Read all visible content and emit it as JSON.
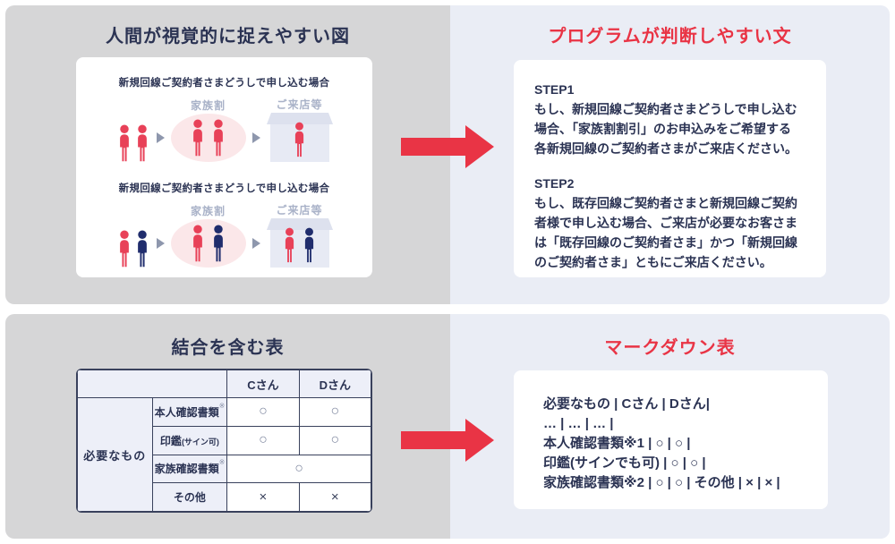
{
  "colors": {
    "accent_red": "#e93445",
    "navy_text": "#2b3353",
    "panel_gray": "#d6d6d7",
    "panel_lavender": "#eaedf5",
    "person_red": "#e84158",
    "person_navy": "#202d6d",
    "ellipse_pink": "#fbe7e9",
    "store_fill": "#e7eaf4",
    "store_roof": "#dde1ee",
    "muted_label": "#a9b2c8",
    "table_border": "#39415c",
    "table_header_bg": "#edeff8"
  },
  "icons": {
    "person-red-icon": "human-silhouette-red",
    "person-navy-icon": "human-silhouette-navy",
    "store-icon": "house-shape",
    "flow-step-arrow-icon": "▶",
    "transform-arrow-icon": "➡"
  },
  "sections": {
    "top": {
      "left": {
        "title": "人間が視覚的に捉えやすい図",
        "rows": [
          {
            "caption": "新規回線ご契約者さまどうしで申し込む場合",
            "discount_label": "家族割",
            "store_label": "ご来店等"
          },
          {
            "caption": "新規回線ご契約者さまどうしで申し込む場合",
            "discount_label": "家族割",
            "store_label": "ご来店等"
          }
        ]
      },
      "right": {
        "title": "プログラムが判断しやすい文",
        "step1_heading": "STEP1",
        "step1_body": "もし、新規回線ご契約者さまどうしで申し込む\n場合、「家族割割引」のお申込みをご希望する\n各新規回線のご契約者さまがご来店ください。",
        "step2_heading": "STEP2",
        "step2_body": "もし、既存回線ご契約者さまと新規回線ご契約\n者様で申し込む場合、ご来店が必要なお客さま\nは「既存回線のご契約者さま」かつ「新規回線\nのご契約者さま」ともにご来店ください。"
      }
    },
    "bottom": {
      "left": {
        "title": "結合を含む表",
        "table": {
          "corner": "",
          "col_headers": [
            "Cさん",
            "Dさん"
          ],
          "group_label": "必要なもの",
          "rows": [
            {
              "label": "本人確認書類",
              "note": "※",
              "c": "○",
              "d": "○"
            },
            {
              "label": "印鑑",
              "label_small": "(サイン可)",
              "c": "○",
              "d": "○"
            },
            {
              "label": "家族確認書類",
              "note": "※",
              "merged": "○"
            },
            {
              "label": "その他",
              "c": "×",
              "d": "×"
            }
          ]
        }
      },
      "right": {
        "title": "マークダウン表",
        "lines": [
          "必要なもの | Cさん | Dさん|",
          "… | … | … |",
          "本人確認書類※1 | ○ | ○ |",
          "印鑑(サインでも可) | ○ | ○ |",
          "家族確認書類※2 | ○ | ○ | その他 | × | × |"
        ]
      }
    }
  }
}
